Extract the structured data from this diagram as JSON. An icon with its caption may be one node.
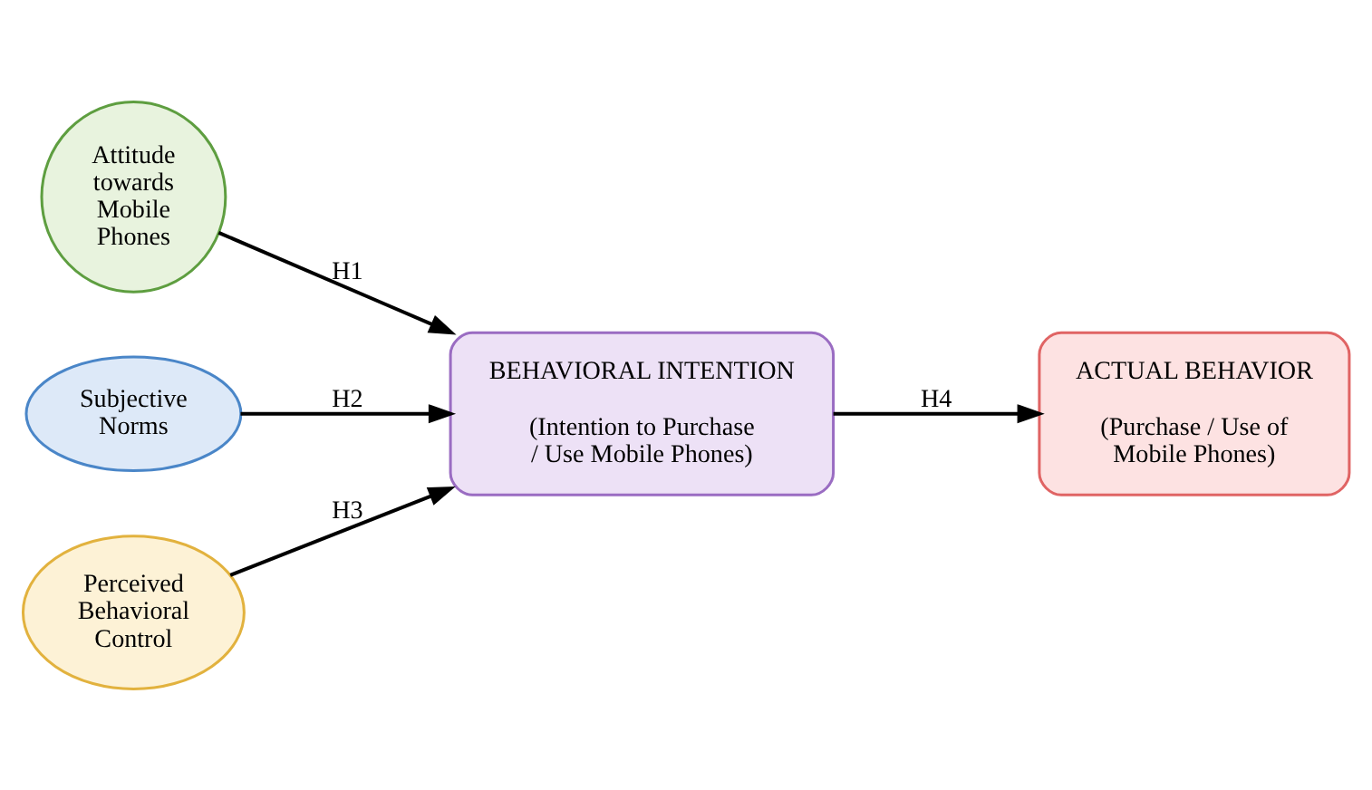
{
  "diagram": {
    "nodes": [
      {
        "text": [
          "Attitude towards Mobile Phones"
        ]
      },
      {
        "text": [
          "Subjective Norms"
        ]
      },
      {
        "text": [
          "Perceived Behavioral Control"
        ]
      },
      {
        "text": [
          "BEHAVIORAL INTENTION",
          "(Intention to Purchase / Use Mobile Phones)"
        ]
      },
      {
        "text": [
          "ACTUAL BEHAVIOR",
          "(Purchase / Use of Mobile Phones)"
        ]
      }
    ],
    "edges": [
      {
        "from": 0,
        "to": 3,
        "arrow": "to",
        "label": "H1"
      },
      {
        "from": 1,
        "to": 3,
        "arrow": "to",
        "label": "H2"
      },
      {
        "from": 2,
        "to": 3,
        "arrow": "to",
        "label": "H3"
      },
      {
        "from": 3,
        "to": 4,
        "arrow": "to",
        "label": "H4"
      }
    ]
  }
}
